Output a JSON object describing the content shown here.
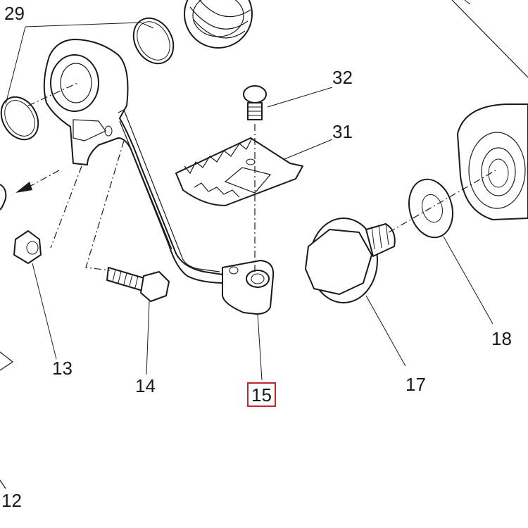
{
  "diagram": {
    "highlight_color": "#c0272d",
    "callouts": [
      {
        "id": "29",
        "label": "29"
      },
      {
        "id": "32",
        "label": "32"
      },
      {
        "id": "31",
        "label": "31"
      },
      {
        "id": "13",
        "label": "13"
      },
      {
        "id": "14",
        "label": "14"
      },
      {
        "id": "15",
        "label": "15",
        "highlighted": true
      },
      {
        "id": "17",
        "label": "17"
      },
      {
        "id": "18",
        "label": "18"
      },
      {
        "id": "12",
        "label": "12"
      }
    ]
  }
}
